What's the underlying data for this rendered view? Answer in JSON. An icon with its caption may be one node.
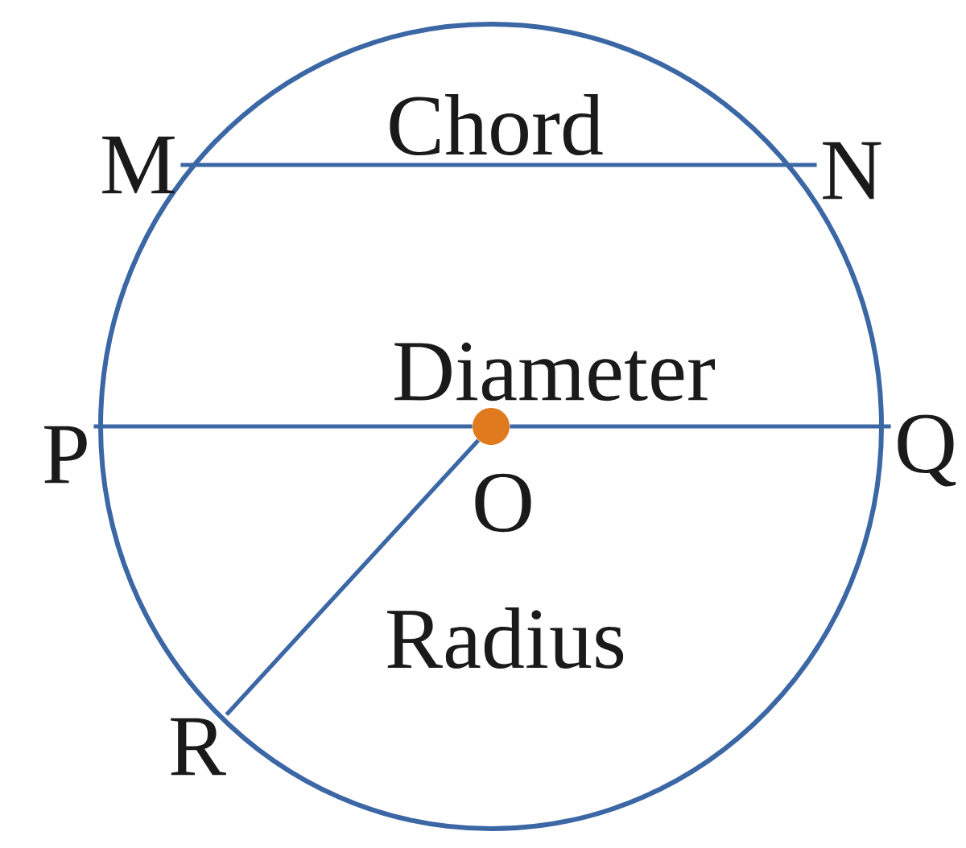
{
  "diagram": {
    "nodes": [
      {
        "text": [
          "M"
        ]
      },
      {
        "text": [
          "N"
        ]
      },
      {
        "text": [
          "P"
        ]
      },
      {
        "text": [
          "Q"
        ]
      },
      {
        "text": [],
        "shape": "circle",
        "beside": [
          "O"
        ]
      },
      {
        "text": [
          "R"
        ]
      }
    ],
    "edges": [
      {
        "from": 0,
        "to": 1,
        "arrow": "none",
        "label": "Chord"
      },
      {
        "from": 2,
        "to": 4,
        "arrow": "none"
      },
      {
        "from": 4,
        "to": 3,
        "arrow": "none",
        "label": "Diameter"
      },
      {
        "from": 4,
        "to": 5,
        "arrow": "none",
        "label": "Radius"
      }
    ]
  }
}
